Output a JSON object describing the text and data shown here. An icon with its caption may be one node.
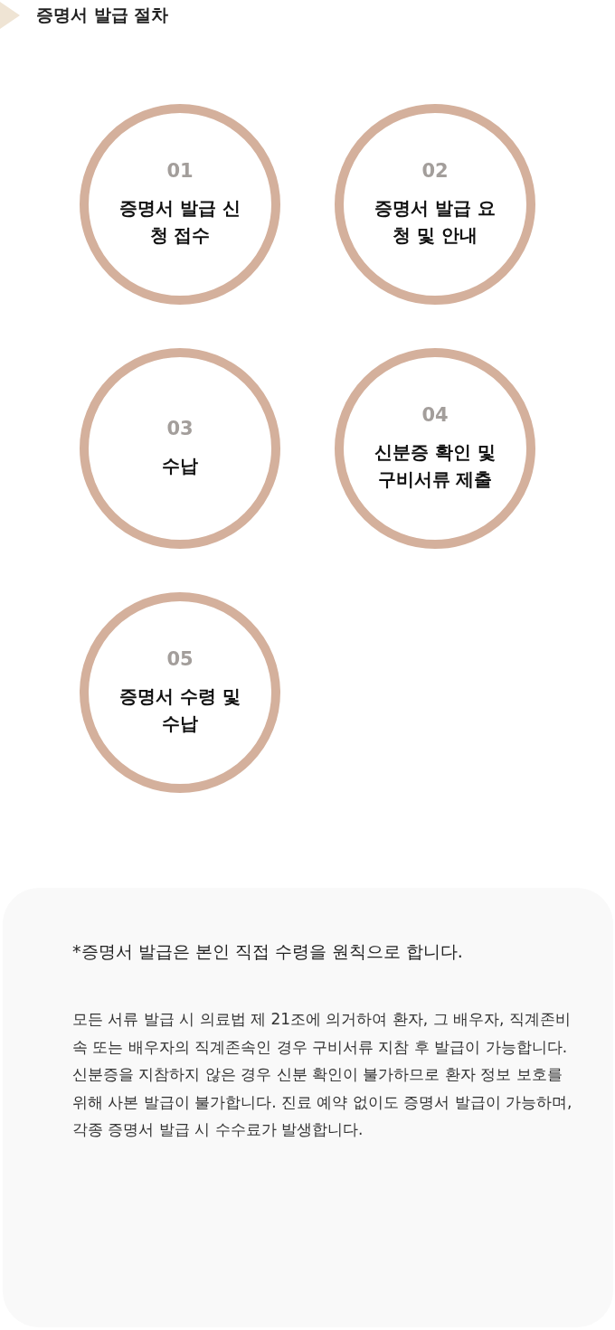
{
  "diagram": {
    "title": "증명서 발급 절차",
    "nodes": [
      {
        "text": [
          "01",
          "증명서 발급 신청 접수"
        ]
      },
      {
        "text": [
          "02",
          "증명서 발급 요청 및 안내"
        ]
      },
      {
        "text": [
          "03",
          "수납"
        ]
      },
      {
        "text": [
          "04",
          "신분증 확인 및 구비서류 제출"
        ]
      },
      {
        "text": [
          "05",
          "증명서 수령 및 수납"
        ]
      },
      {
        "text": [
          "*증명서 발급은 본인 직접 수령을 원칙으로 합니다.",
          "모든 서류 발급 시 의료법 제 21조에 의거하여 환자, 그 배우자, 직계존비속 또는 배우자의 직계존속인 경우 구비서류 지참 후 발급이 가능합니다. 신분증을 지참하지 않은 경우 신분 확인이 불가하므로 환자 정보 보호를 위해 사본 발급이 불가합니다. 진료 예약 없이도 증명서 발급이 가능하며, 각종 증명서 발급 시 수수료가 발생합니다."
        ]
      }
    ],
    "edges": []
  }
}
